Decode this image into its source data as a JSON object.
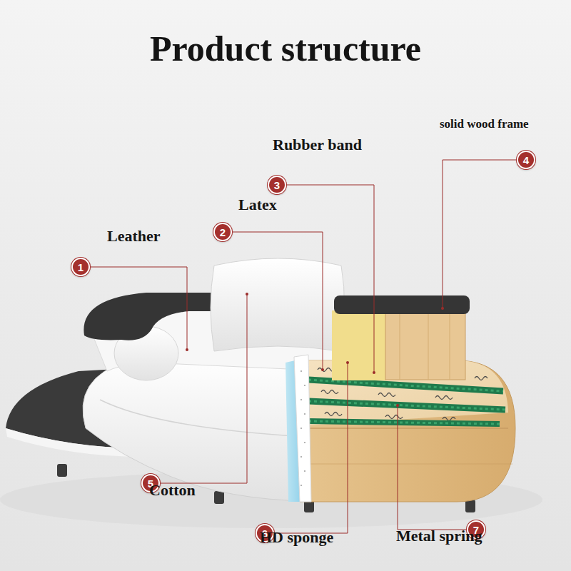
{
  "diagram": {
    "title": "Product structure",
    "nodes": [
      {
        "text": [
          "1",
          "Leather"
        ]
      },
      {
        "text": [
          "2",
          "Latex"
        ]
      },
      {
        "text": [
          "3",
          "Rubber band"
        ]
      },
      {
        "text": [
          "4",
          "solid wood frame"
        ]
      },
      {
        "text": [
          "5",
          "Cotton"
        ]
      },
      {
        "text": [
          "6",
          "HD sponge"
        ]
      },
      {
        "text": [
          "7",
          "Metal spring"
        ]
      }
    ]
  }
}
